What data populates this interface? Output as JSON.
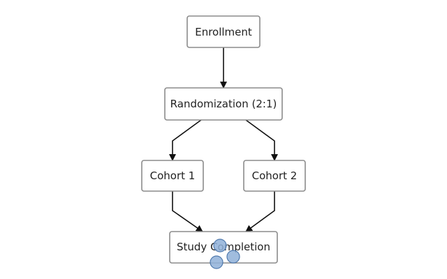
{
  "nodes": {
    "enrollment": "Enrollment",
    "randomization": "Randomization (2:1)",
    "cohort_1": "Cohort 1",
    "cohort_2": "Cohort 2",
    "study_completion": "Study Completion"
  },
  "colors": {
    "node_border": "#8c8c8c",
    "arrow": "#111111",
    "marker_fill": "#8fb0d8",
    "marker_stroke": "#4f79ad"
  }
}
